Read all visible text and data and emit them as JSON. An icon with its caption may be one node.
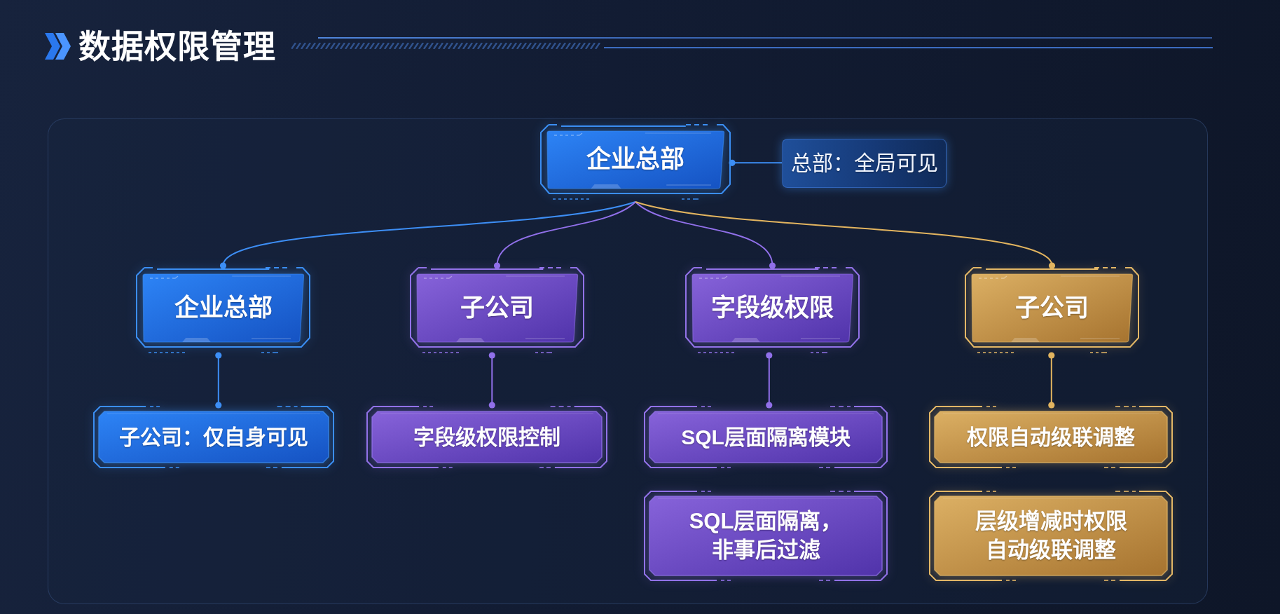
{
  "diagram": {
    "title": "数据权限管理",
    "nodes": [
      {
        "text": [
          "企业总部"
        ]
      },
      {
        "text": [
          "总部：全局可见"
        ]
      },
      {
        "text": [
          "企业总部"
        ]
      },
      {
        "text": [
          "子公司"
        ]
      },
      {
        "text": [
          "字段级权限"
        ]
      },
      {
        "text": [
          "子公司"
        ]
      },
      {
        "text": [
          "子公司：仅自身可见"
        ]
      },
      {
        "text": [
          "字段级权限控制"
        ]
      },
      {
        "text": [
          "SQL层面隔离模块"
        ]
      },
      {
        "text": [
          "权限自动级联调整"
        ]
      },
      {
        "text": [
          "SQL层面隔离，非事后过滤"
        ]
      },
      {
        "text": [
          "层级增减时权限自动级联调整"
        ]
      }
    ],
    "edges": [
      {
        "from": 0,
        "to": 1,
        "arrow": "other",
        "color": "#3d8ef5"
      },
      {
        "from": 0,
        "to": 2,
        "arrow": "other",
        "color": "#3d8ef5"
      },
      {
        "from": 0,
        "to": 3,
        "arrow": "other"
      },
      {
        "from": 0,
        "to": 4,
        "arrow": "other"
      },
      {
        "from": 0,
        "to": 5,
        "arrow": "other",
        "color": "#e2b45f"
      },
      {
        "from": 2,
        "to": 6,
        "arrow": "other",
        "color": "#3d8ef5"
      },
      {
        "from": 3,
        "to": 7,
        "arrow": "other"
      },
      {
        "from": 4,
        "to": 8,
        "arrow": "other"
      },
      {
        "from": 5,
        "to": 9,
        "arrow": "other",
        "color": "#e2b45f"
      }
    ]
  }
}
